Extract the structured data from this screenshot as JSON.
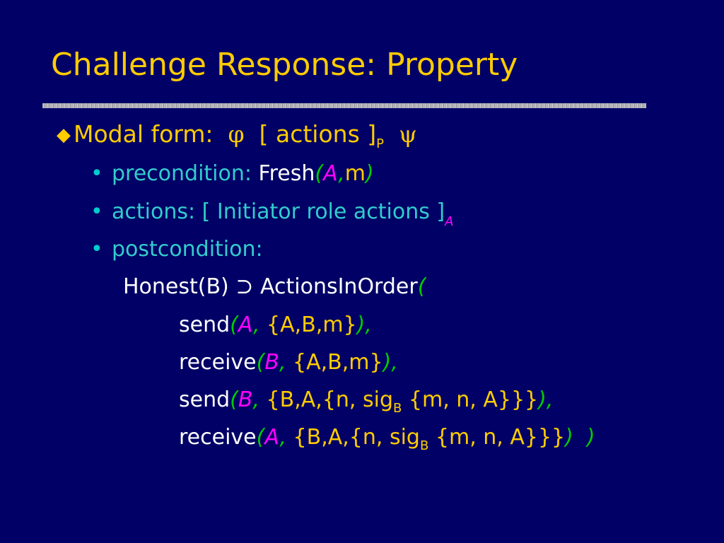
{
  "title": "Challenge Response: Property",
  "modal": {
    "label": "Modal form:",
    "phi": "φ",
    "actions": "[ actions ]",
    "sub": "P",
    "psi": "ψ"
  },
  "bullets": {
    "dot": "•",
    "precondition": {
      "label": "precondition:",
      "fn": "Fresh",
      "open": "(",
      "arg1": "A",
      "comma": ",",
      "arg2": "m",
      "close": ")"
    },
    "actions": {
      "label": "actions: [ Initiator role actions ]",
      "sub": "A"
    },
    "postcondition": {
      "label": "postcondition:"
    }
  },
  "formula": {
    "honest": "Honest(B)",
    "implies": "⊃",
    "order": "ActionsInOrder",
    "open": "(",
    "rows": [
      {
        "fn": "send",
        "open": "(",
        "agent": "A",
        "sep": ",",
        "msg_a": " {A,B,m}",
        "msg_sig": "",
        "msg_b": "",
        "close": ")",
        "tail": ","
      },
      {
        "fn": "receive",
        "open": "(",
        "agent": "B",
        "sep": ",",
        "msg_a": " {A,B,m}",
        "msg_sig": "",
        "msg_b": "",
        "close": ")",
        "tail": ","
      },
      {
        "fn": "send",
        "open": "(",
        "agent": "B",
        "sep": ",",
        "msg_a": " {B,A,{n, sig",
        "msg_sig": "B",
        "msg_b": " {m, n, A}}}",
        "close": ")",
        "tail": ","
      },
      {
        "fn": "receive",
        "open": "(",
        "agent": "A",
        "sep": ",",
        "msg_a": " {B,A,{n, sig",
        "msg_sig": "B",
        "msg_b": " {m, n, A}}}",
        "close": ")",
        "tail": "  )"
      }
    ]
  },
  "colors": {
    "background": "#000066",
    "title": "#FFCC00",
    "cyan": "#33CCCC",
    "magenta": "#FF00FF",
    "green": "#00CC00",
    "yellow": "#FFCC00",
    "white": "#FFFFFF"
  }
}
